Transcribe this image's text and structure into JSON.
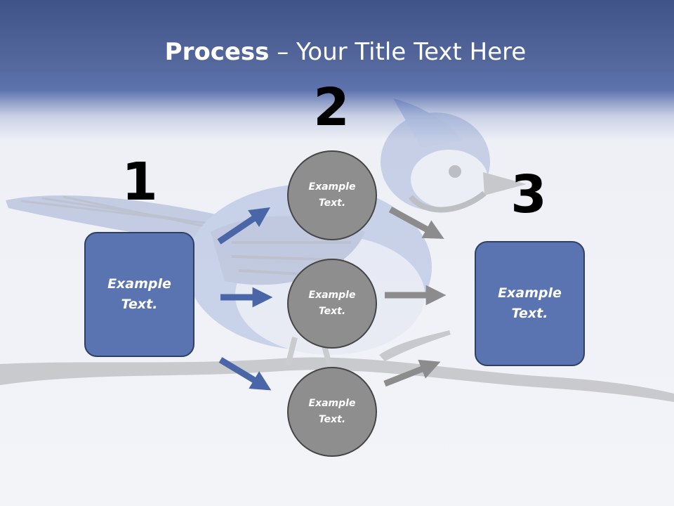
{
  "title": {
    "bold": "Process",
    "separator": " – ",
    "rest": "Your Title Text Here"
  },
  "steps": [
    {
      "number": "1",
      "text": "Example Text."
    },
    {
      "number": "2",
      "items": [
        "Example Text.",
        "Example Text.",
        "Example Text."
      ]
    },
    {
      "number": "3",
      "text": "Example Text."
    }
  ],
  "colors": {
    "header": "#4a5f99",
    "box_fill": "#5a73b1",
    "box_border": "#2f3e63",
    "circle_fill": "#8e8e8e",
    "circle_border": "#454545",
    "blue_arrow": "#4a66a8",
    "gray_arrow": "#8c8c8c"
  }
}
